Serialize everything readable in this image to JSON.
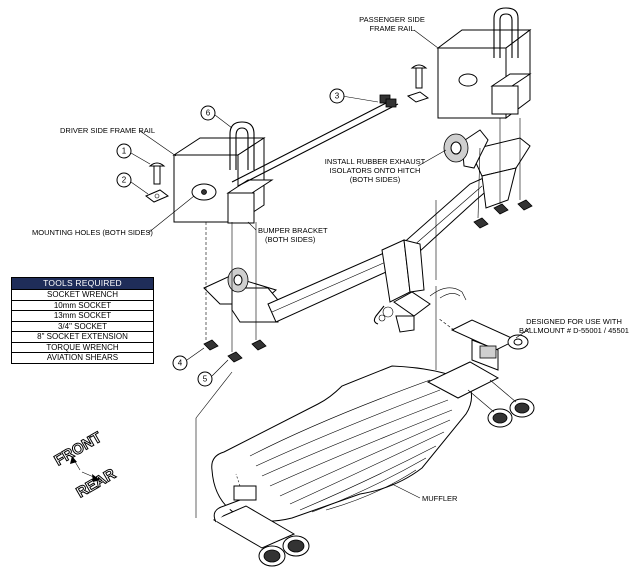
{
  "labels": {
    "passenger_rail": [
      "PASSENGER SIDE",
      "FRAME RAIL"
    ],
    "driver_rail": "DRIVER SIDE FRAME RAIL",
    "isolators": [
      "INSTALL RUBBER EXHAUST",
      "ISOLATORS ONTO HITCH",
      "(BOTH SIDES)"
    ],
    "mounting_holes": "MOUNTING HOLES (BOTH SIDES)",
    "bumper_bracket": [
      "BUMPER BRACKET",
      "(BOTH SIDES)"
    ],
    "ballmount": [
      "DESIGNED FOR USE WITH",
      "BALLMOUNT # D-55001 / 45501"
    ],
    "muffler": "MUFFLER"
  },
  "callouts": [
    "1",
    "2",
    "3",
    "4",
    "5",
    "6"
  ],
  "tools": {
    "header": "TOOLS REQUIRED",
    "items": [
      "SOCKET WRENCH",
      "10mm SOCKET",
      "13mm SOCKET",
      "3/4\" SOCKET",
      "8\" SOCKET EXTENSION",
      "TORQUE WRENCH",
      "AVIATION SHEARS"
    ]
  },
  "direction": {
    "front": "FRONT",
    "rear": "REAR"
  },
  "colors": {
    "table_header": "#1f2d59",
    "line": "#000000"
  }
}
